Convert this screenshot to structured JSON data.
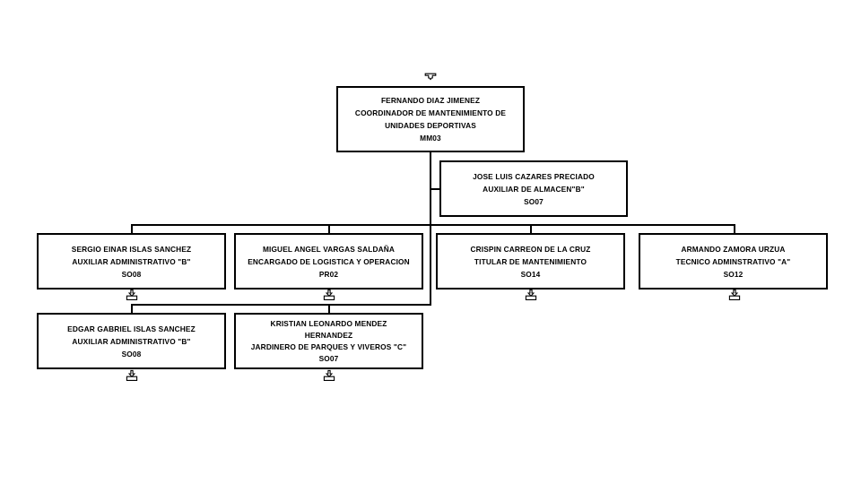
{
  "document": {
    "type": "organizational-chart",
    "title": "Organigrama - Coordinacion de Mantenimiento de Unidades Deportivas",
    "background_color": "#ffffff",
    "line_color": "#000000",
    "text_color": "#000000"
  },
  "icons": {
    "collapse_up": "arrow-up-into-tray-icon",
    "expand_down": "arrow-down-into-tray-icon"
  },
  "nodes": {
    "root": {
      "name": "FERNANDO DIAZ JIMENEZ",
      "title_line_1": "COORDINADOR DE MANTENIMIENTO DE",
      "title_line_2": "UNIDADES DEPORTIVAS",
      "code": "MM03"
    },
    "assistant": {
      "name": "JOSE LUIS CAZARES PRECIADO",
      "title_line_1": "AUXILIAR DE ALMACEN\"B\"",
      "code": "SO07"
    },
    "child_1": {
      "name": "SERGIO EINAR ISLAS SANCHEZ",
      "title_line_1": "AUXILIAR ADMINISTRATIVO \"B\"",
      "code": "SO08"
    },
    "child_2": {
      "name": "MIGUEL ANGEL VARGAS SALDAÑA",
      "title_line_1": "ENCARGADO DE LOGISTICA Y OPERACION",
      "code": "PR02"
    },
    "child_3": {
      "name": "CRISPIN CARREON DE LA CRUZ",
      "title_line_1": "TITULAR DE MANTENIMIENTO",
      "code": "SO14"
    },
    "child_4": {
      "name": "ARMANDO ZAMORA URZUA",
      "title_line_1": "TECNICO ADMINSTRATIVO \"A\"",
      "code": "SO12"
    },
    "grandchild_1": {
      "name": "EDGAR GABRIEL ISLAS SANCHEZ",
      "title_line_1": "AUXILIAR ADMINISTRATIVO \"B\"",
      "code": "SO08"
    },
    "grandchild_2": {
      "name_line_1": "KRISTIAN LEONARDO MENDEZ",
      "name_line_2": "HERNANDEZ",
      "title_line_1": "JARDINERO DE PARQUES Y VIVEROS \"C\"",
      "code": "SO07"
    }
  }
}
